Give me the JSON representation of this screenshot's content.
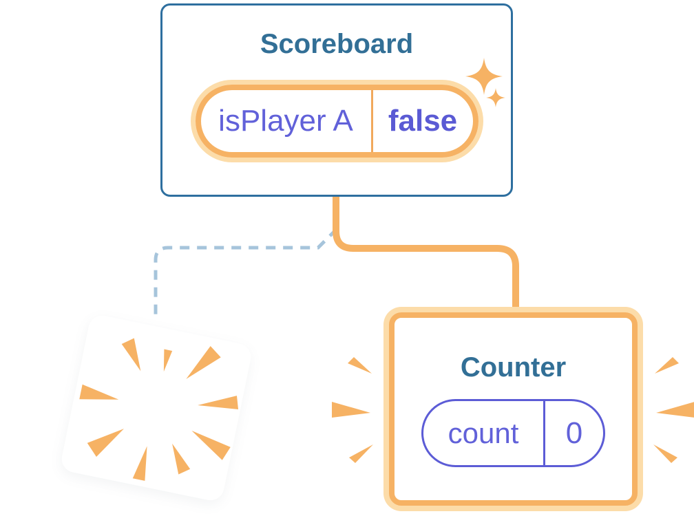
{
  "diagram": {
    "root": {
      "title": "Scoreboard",
      "state_key": "isPlayer A",
      "state_value": "false"
    },
    "kept_child": {
      "title": "Counter",
      "state_key": "count",
      "state_value": "0"
    }
  },
  "icons": {
    "sparkle": "sparkle-icon",
    "poof": "poof-burst-icon",
    "emphasis": "emphasis-rays-icon"
  },
  "theme": {
    "blue-border": "#2E6F9F",
    "blue-text": "#326F96",
    "orange": "#F6B264",
    "orange-light": "#FCDCA9",
    "orange-divider": "#F1A95C",
    "purple": "#6161D9",
    "purple-bold": "#5A5AD4",
    "purple-border": "#5C5CD6",
    "dash": "#A6C4DB",
    "node-bg": "#FFFFFF"
  }
}
